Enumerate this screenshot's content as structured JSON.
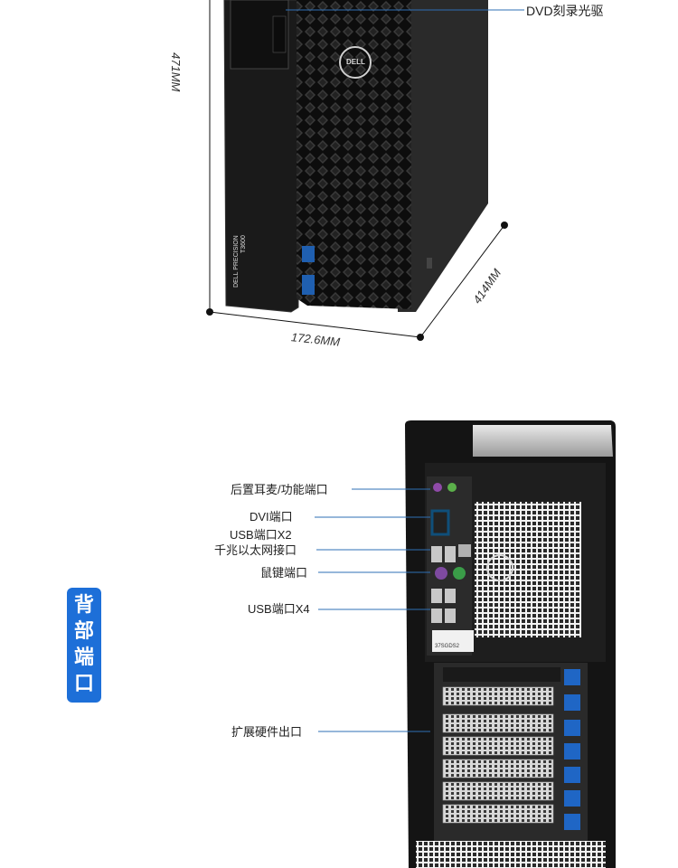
{
  "front_view": {
    "dimensions": {
      "height": "471MM",
      "width": "172.6MM",
      "depth": "414MM"
    },
    "callout_dvd": "DVD刻录光驱",
    "model_text": "DELL PRECISION",
    "model_number": "T3600",
    "logo_text": "DELL"
  },
  "rear_view": {
    "section_tag": [
      "背",
      "部",
      "端",
      "口"
    ],
    "callouts": [
      "后置耳麦/功能端口",
      "DVI端口",
      "USB端口X2",
      "千兆以太网接口",
      "鼠键端口",
      "USB端口X4",
      "扩展硬件出口"
    ],
    "sticker_text": "37SGDS2"
  },
  "colors": {
    "tag_blue": "#1d6fd8",
    "leader_blue": "#2e6fb5",
    "chassis_black": "#161616"
  }
}
